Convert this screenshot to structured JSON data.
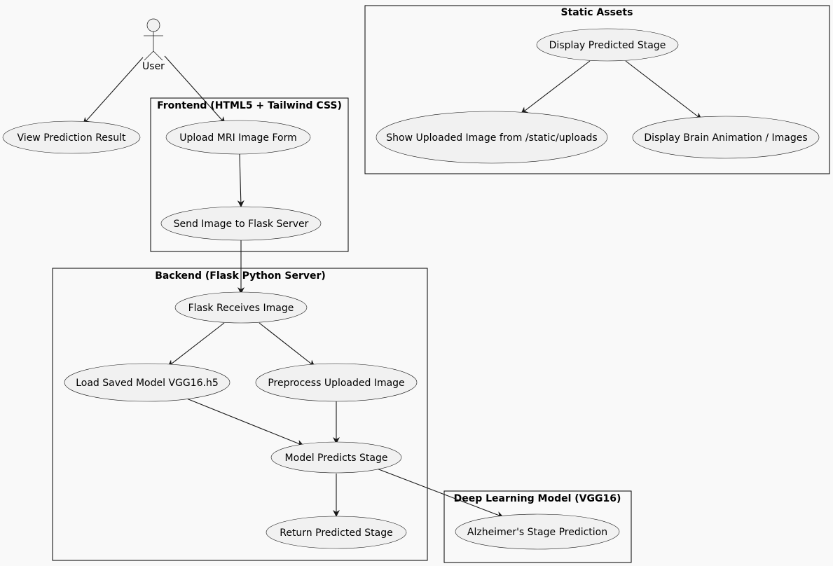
{
  "actor": {
    "label": "User"
  },
  "packages": {
    "static_assets": {
      "title": "Static Assets"
    },
    "frontend": {
      "title": "Frontend (HTML5 + Tailwind CSS)"
    },
    "backend": {
      "title": "Backend (Flask Python Server)"
    },
    "model": {
      "title": "Deep Learning Model (VGG16)"
    }
  },
  "usecases": {
    "view_result": "View Prediction Result",
    "upload_form": "Upload MRI Image Form",
    "send_image": "Send Image to Flask Server",
    "display_stage": "Display Predicted Stage",
    "show_uploaded": "Show Uploaded Image from /static/uploads",
    "brain_animation": "Display Brain Animation / Images",
    "flask_receives": "Flask Receives Image",
    "load_model": "Load Saved Model VGG16.h5",
    "preprocess": "Preprocess Uploaded Image",
    "model_predicts": "Model Predicts Stage",
    "return_stage": "Return Predicted Stage",
    "alz_prediction": "Alzheimer's Stage Prediction"
  },
  "relations": [
    {
      "from": "User",
      "to": "View Prediction Result"
    },
    {
      "from": "User",
      "to": "Upload MRI Image Form"
    },
    {
      "from": "Upload MRI Image Form",
      "to": "Send Image to Flask Server"
    },
    {
      "from": "Send Image to Flask Server",
      "to": "Flask Receives Image"
    },
    {
      "from": "Flask Receives Image",
      "to": "Load Saved Model VGG16.h5"
    },
    {
      "from": "Flask Receives Image",
      "to": "Preprocess Uploaded Image"
    },
    {
      "from": "Load Saved Model VGG16.h5",
      "to": "Model Predicts Stage"
    },
    {
      "from": "Preprocess Uploaded Image",
      "to": "Model Predicts Stage"
    },
    {
      "from": "Model Predicts Stage",
      "to": "Return Predicted Stage"
    },
    {
      "from": "Model Predicts Stage",
      "to": "Alzheimer's Stage Prediction"
    },
    {
      "from": "Display Predicted Stage",
      "to": "Show Uploaded Image from /static/uploads"
    },
    {
      "from": "Display Predicted Stage",
      "to": "Display Brain Animation / Images"
    }
  ]
}
